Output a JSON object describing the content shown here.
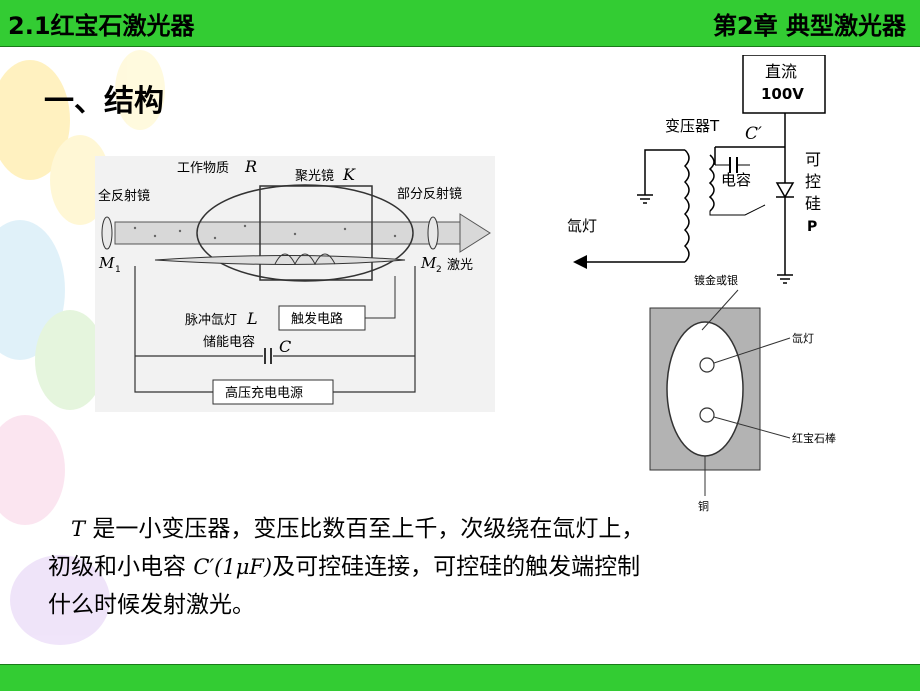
{
  "header": {
    "left_title": "2.1红宝石激光器",
    "right_title": "第2章 典型激光器"
  },
  "section_title": "一、结构",
  "laser_diagram": {
    "label_working_material": "工作物质",
    "label_R": "R",
    "label_condenser": "聚光镜",
    "label_K": "K",
    "label_full_mirror": "全反射镜",
    "label_partial_mirror": "部分反射镜",
    "label_M1": "M",
    "label_M1_sub": "1",
    "label_M2": "M",
    "label_M2_sub": "2",
    "label_laser": "激光",
    "label_pulse_lamp": "脉冲氙灯",
    "label_L": "L",
    "label_trigger_circuit": "触发电路",
    "label_storage_cap": "储能电容",
    "label_C": "C",
    "label_hv_supply": "高压充电电源"
  },
  "trigger_circuit": {
    "dc_line1": "直流",
    "dc_line2": "100V",
    "transformer": "变压器T",
    "c_prime": "C′",
    "capacitor": "电容",
    "scr": [
      "可",
      "控",
      "硅"
    ],
    "scr_p": "P",
    "xenon_lamp": "氙灯"
  },
  "cross_section": {
    "gold_silver": "镀金或银",
    "xenon_lamp": "氙灯",
    "ruby_rod": "红宝石棒",
    "copper": "铜"
  },
  "body": {
    "line1_var": "T",
    "line1_text": " 是一小变压器，变压比数百至上千，次级绕在氙灯上，",
    "line2_pre": "初级和小电容 ",
    "line2_math": "C′(1μF)",
    "line2_post": "及可控硅连接，可控硅的触发端控制",
    "line3": "什么时候发射激光。"
  }
}
